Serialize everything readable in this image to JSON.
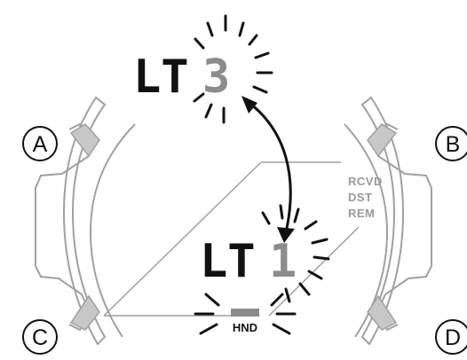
{
  "buttons": {
    "a": "A",
    "b": "B",
    "c": "C",
    "d": "D"
  },
  "display": {
    "top_digits": "LT",
    "top_flashing_digit": "3",
    "bottom_digits": "LT",
    "bottom_flashing_digit": "1",
    "indicators": [
      "RCVD",
      "DST",
      "REM"
    ],
    "hand_indicator": "HND"
  },
  "colors": {
    "ink": "#111111",
    "dim": "#9a9a9a",
    "bezel": "#a0a0a0",
    "segment_gray": "#8c8c8c"
  },
  "icons": [
    "button-a-icon",
    "button-b-icon",
    "button-c-icon",
    "button-d-icon",
    "double-arrow-icon",
    "flash-ray-icon"
  ]
}
